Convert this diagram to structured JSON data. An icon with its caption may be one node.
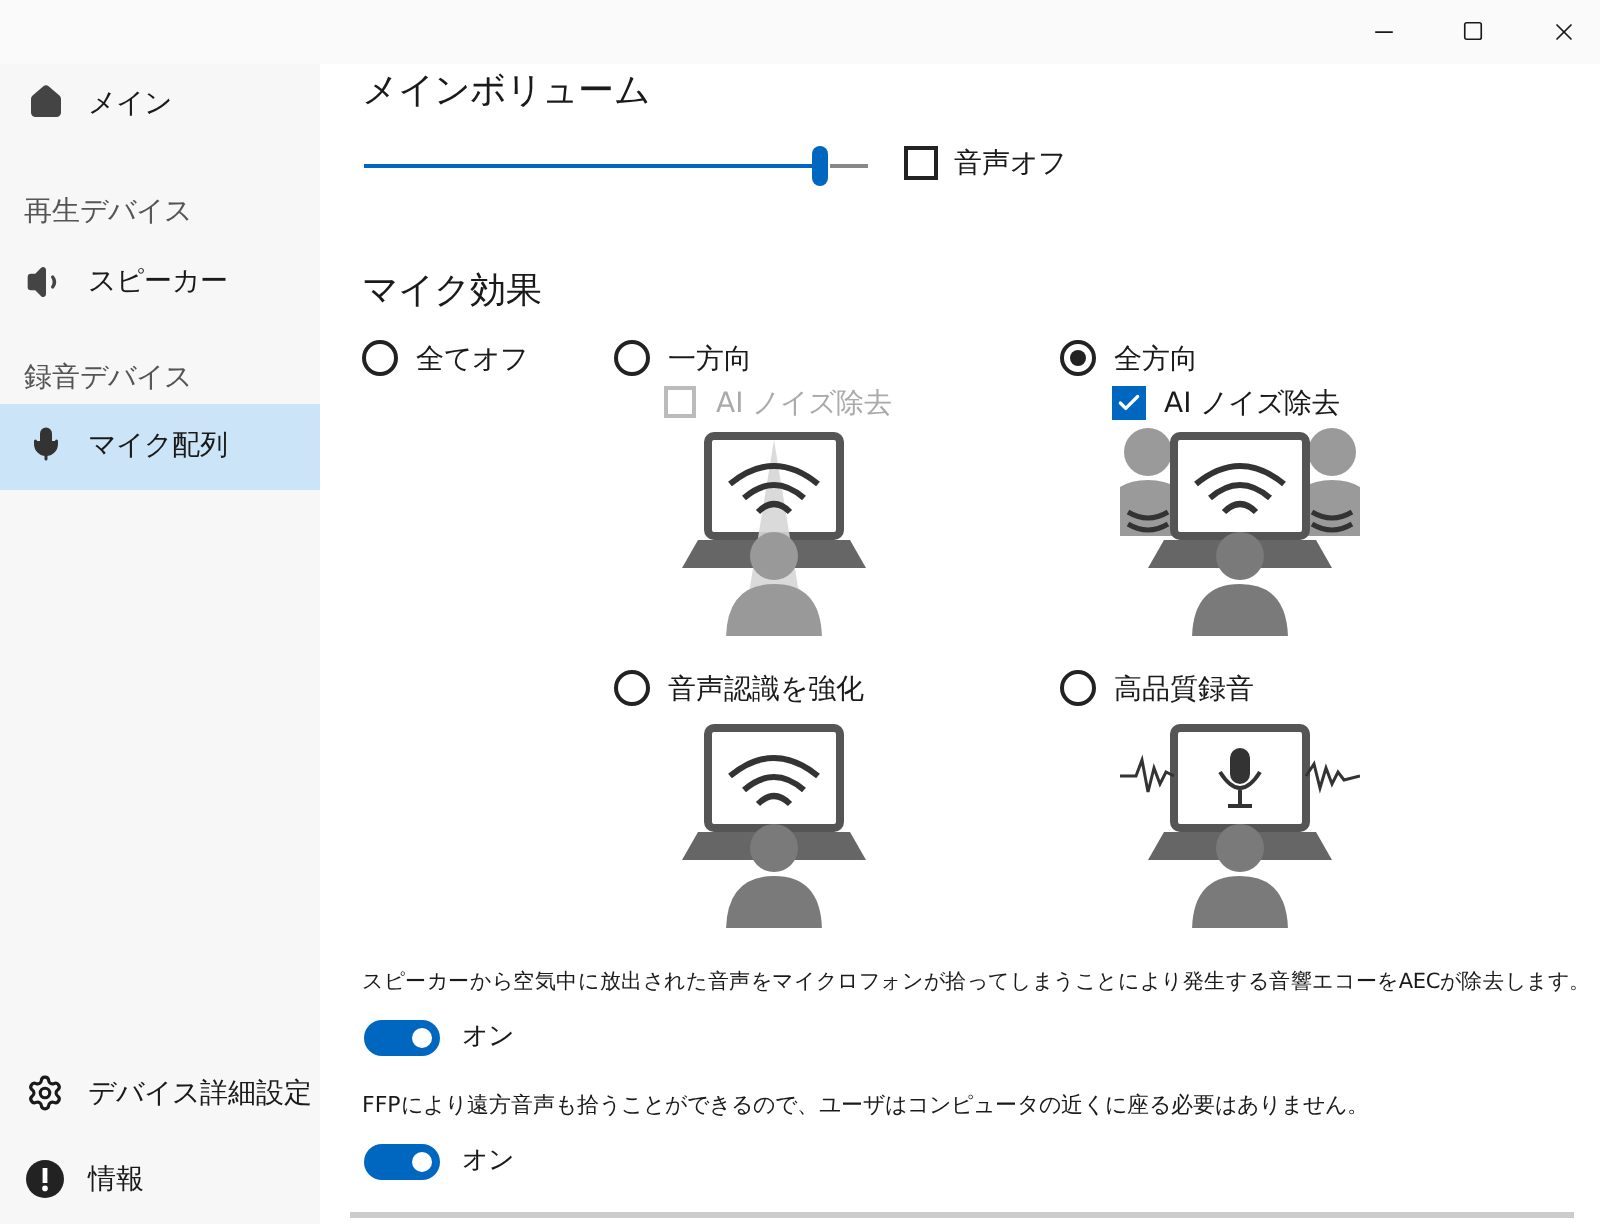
{
  "diagram": {
    "labels": [
      "メイン",
      "再生デバイス",
      "スピーカー",
      "録音デバイス",
      "マイク配列",
      "デバイス詳細設定",
      "情報",
      "メインボリューム",
      "音声オフ",
      "マイク効果",
      "全てオフ",
      "一方向",
      "AI ノイズ除去",
      "全方向",
      "AI ノイズ除去",
      "音声認識を強化",
      "高品質録音",
      "スピーカーから空気中に放出された音声をマイクロフォンが拾ってしまうことにより発生する音響エコーをAECが除去します。",
      "オン",
      "FFPにより遠方音声も拾うことができるので、ユーザはコンピュータの近くに座る必要はありません。",
      "オン"
    ]
  }
}
